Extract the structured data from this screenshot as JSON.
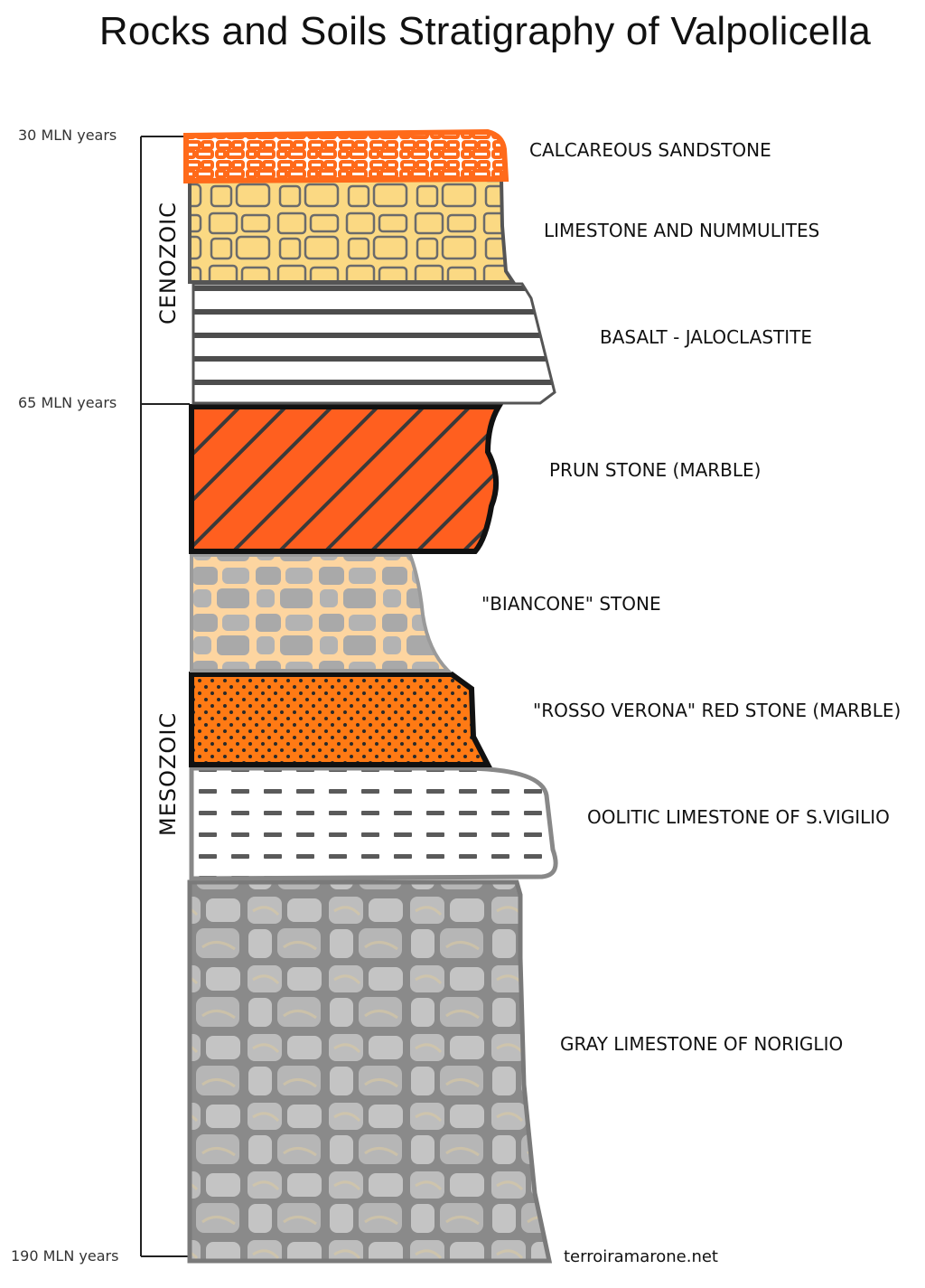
{
  "title": "Rocks and Soils Stratigraphy of Valpolicella",
  "ages": {
    "top": "30 MLN years",
    "middle": "65 MLN years",
    "bottom": "190 MLN years"
  },
  "eras": {
    "upper": "CENOZOIC",
    "lower": "MESOZOIC"
  },
  "layers": [
    {
      "label": "CALCAREOUS SANDSTONE",
      "color": "#ff6a1a",
      "pattern": "cells"
    },
    {
      "label": "LIMESTONE AND NUMMULITES",
      "color": "#fbd983",
      "pattern": "blocks"
    },
    {
      "label": "BASALT - JALOCLASTITE",
      "color": "#ffffff",
      "pattern": "horizontal-lines"
    },
    {
      "label": "PRUN STONE (MARBLE)",
      "color": "#ff5f1f",
      "pattern": "diagonal-lines"
    },
    {
      "label": "\"BIANCONE\"  STONE",
      "color": "#fdd5a0",
      "pattern": "gray-blocks"
    },
    {
      "label": "\"ROSSO VERONA\" RED STONE (MARBLE)",
      "color": "#ff7a14",
      "pattern": "dots"
    },
    {
      "label": "OOLITIC LIMESTONE OF S.VIGILIO",
      "color": "#ffffff",
      "pattern": "dashes"
    },
    {
      "label": "GRAY LIMESTONE OF NORIGLIO",
      "color": "#9b9b9b",
      "pattern": "gray-stones"
    }
  ],
  "credit": "terroiramarone.net"
}
